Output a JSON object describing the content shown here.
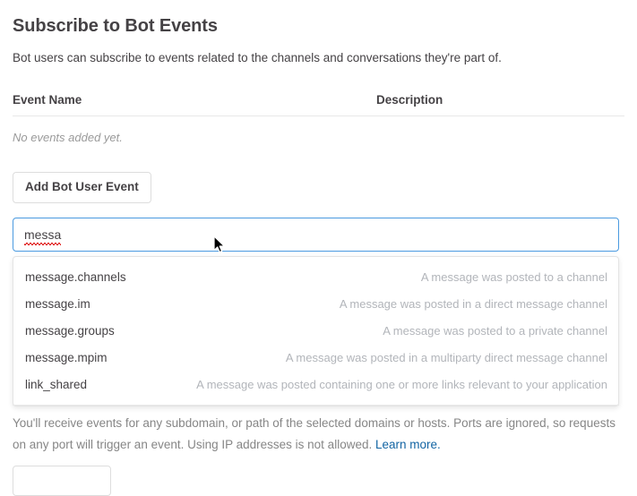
{
  "page": {
    "title": "Subscribe to Bot Events",
    "description": "Bot users can subscribe to events related to the channels and conversations they're part of."
  },
  "events_table": {
    "columns": {
      "event_name": "Event Name",
      "description": "Description"
    },
    "empty_message": "No events added yet.",
    "rows": []
  },
  "add_event_button": {
    "label": "Add Bot User Event"
  },
  "event_search": {
    "value": "messa",
    "placeholder": "Search for an event",
    "spellcheck_underline": true,
    "focused": true
  },
  "dropdown": {
    "options": [
      {
        "name": "message.channels",
        "description": "A message was posted to a channel"
      },
      {
        "name": "message.im",
        "description": "A message was posted in a direct message channel"
      },
      {
        "name": "message.groups",
        "description": "A message was posted to a private channel"
      },
      {
        "name": "message.mpim",
        "description": "A message was posted in a multiparty direct message channel"
      },
      {
        "name": "link_shared",
        "description": "A message was posted containing one or more links relevant to your application"
      }
    ]
  },
  "helper": {
    "text": "You'll receive events for any subdomain, or path of the selected domains or hosts. Ports are ignored, so requests on any port will trigger an event. Using IP addresses is not allowed. ",
    "link_label": "Learn more."
  },
  "bottom_button": {
    "label": ""
  },
  "colors": {
    "text_primary": "#454245",
    "text_muted": "#868686",
    "text_placeholder": "#b2b5ba",
    "link": "#1264a3",
    "focus_border": "#4a9ae0",
    "border": "#e8e8e8",
    "spellcheck": "#e01e1e",
    "background": "#ffffff"
  }
}
